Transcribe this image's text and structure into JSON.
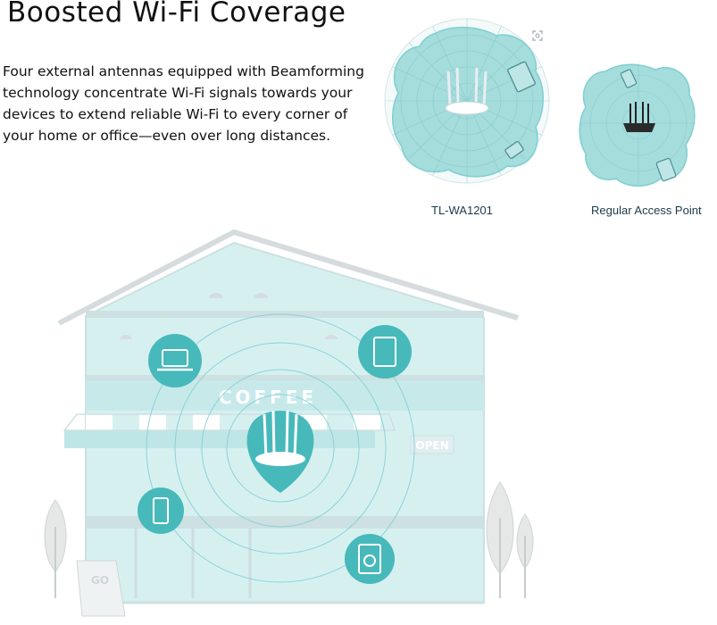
{
  "heading": "Boosted Wi-Fi Coverage",
  "description_lines": [
    "Four external antennas equipped with Beamforming",
    " technology concentrate Wi-Fi signals towards your",
    "devices to extend reliable Wi-Fi to every corner of",
    "your home or office—even over long distances."
  ],
  "comparison": {
    "left_caption": "TL-WA1201",
    "right_caption": "Regular Access Point"
  },
  "scene": {
    "shop_sign": "COFFEE",
    "open_sign": "OPEN",
    "board_text": "GO"
  },
  "colors": {
    "teal": "#7fcfd0",
    "teal_light": "#bfe6e6",
    "teal_dark": "#47b9bb",
    "building_fill": "#d6f0f0",
    "building_line": "#c8d6d8"
  }
}
